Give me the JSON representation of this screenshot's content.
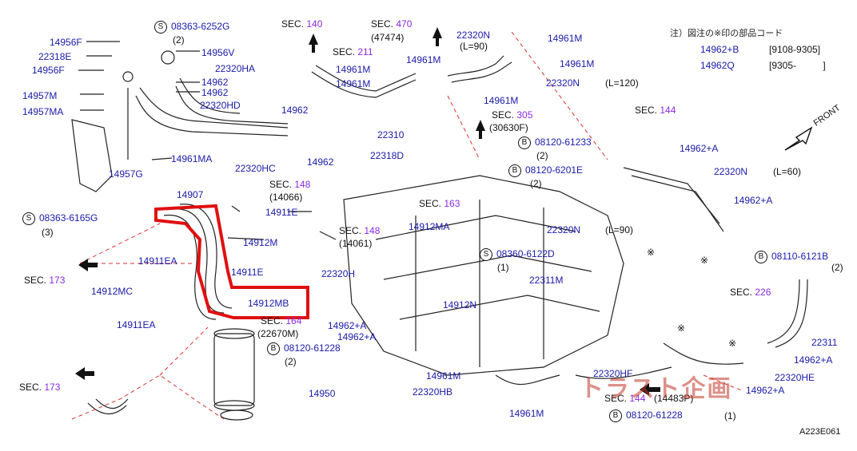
{
  "diagram_id": "A223E061",
  "legend": {
    "title": "注）図注の※印の部品コード",
    "rows": [
      {
        "code": "14962+B",
        "range": "[9108-9305]"
      },
      {
        "code": "14962Q",
        "range": "[9305-          ]"
      }
    ]
  },
  "front_label": "FRONT",
  "watermark": "トラスト企画",
  "labels": {
    "p14956F": "14956F",
    "p22318E": "22318E",
    "p14956F_b": "14956F",
    "s08363_6252G": "08363-6252G",
    "q2_a": "(2)",
    "p14956V": "14956V",
    "p22320HA": "22320HA",
    "p14962_a": "14962",
    "p14962_b": "14962",
    "p22320HD": "22320HD",
    "p14957M": "14957M",
    "p14957MA": "14957MA",
    "p14957G": "14957G",
    "p14961MA": "14961MA",
    "p22320HC": "22320HC",
    "p14962_c": "14962",
    "p14962_d": "14962",
    "s08363_6165G": "08363-6165G",
    "q3": "(3)",
    "sec140": "SEC.",
    "sec140n": "140",
    "sec470": "SEC.",
    "sec470n": "470",
    "q47474": "(47474)",
    "sec211": "SEC.",
    "sec211n": "211",
    "p14961M_a": "14961M",
    "p14961M_b": "14961M",
    "p14961M_c": "14961M",
    "p22320N_top": "22320N",
    "l90_top": "(L=90)",
    "p14961M_d": "14961M",
    "p14961M_e": "14961M",
    "p22320N_r": "22320N",
    "l120": "(L=120)",
    "p14961M_f": "14961M",
    "sec305": "SEC.",
    "sec305n": "305",
    "q30630F": "(30630F)",
    "p22310": "22310",
    "b08120_61233": "08120-61233",
    "q2_b": "(2)",
    "p22318D": "22318D",
    "b08120_6201E": "08120-6201E",
    "q2_c": "(2)",
    "p14907": "14907",
    "sec148": "SEC.",
    "sec148n": "148",
    "q14066": "(14066)",
    "p14911E": "14911E",
    "sec163": "SEC.",
    "sec163n": "163",
    "sec148b": "SEC.",
    "sec148bn": "148",
    "q14061": "(14061)",
    "p14912M": "14912M",
    "p14912MA": "14912MA",
    "p14911EA": "14911EA",
    "sec173_a": "SEC.",
    "sec173_an": "173",
    "p14911E_b": "14911E",
    "p22320H": "22320H",
    "p14912MC": "14912MC",
    "p14912MB": "14912MB",
    "sec164": "SEC.",
    "sec164n": "164",
    "q22670M": "(22670M)",
    "p14911EA_b": "14911EA",
    "p14962A_a": "14962+A",
    "p14962A_b": "14962+A",
    "b08120_61228": "08120-61228",
    "q2_d": "(2)",
    "p14912N": "14912N",
    "p14950": "14950",
    "sec173_b": "SEC.",
    "sec173_bn": "173",
    "p14961M_g": "14961M",
    "p22320HB": "22320HB",
    "p14961M_h": "14961M",
    "sec144_a": "SEC.",
    "sec144_an": "144",
    "p14962A_c": "14962+A",
    "p22320N_c": "22320N",
    "l60": "(L=60)",
    "p14962A_d": "14962+A",
    "p22320N_d": "22320N",
    "l90_mid": "(L=90)",
    "s08360_6122D": "08360-6122D",
    "q1_a": "(1)",
    "p22311M": "22311M",
    "b08110_6121B": "08110-6121B",
    "q2_e": "(2)",
    "sec226": "SEC.",
    "sec226n": "226",
    "p22311": "22311",
    "p14962A_e": "14962+A",
    "p22320HE": "22320HE",
    "p22320HF": "22320HF",
    "sec144_b": "SEC.",
    "sec144_bn": "144",
    "q14483P": "(14483P)",
    "b08120_61228_b": "08120-61228",
    "q1_b": "(1)",
    "p14962A_f": "14962+A",
    "asterisk": "※",
    "circleS": "S",
    "circleB": "B"
  }
}
